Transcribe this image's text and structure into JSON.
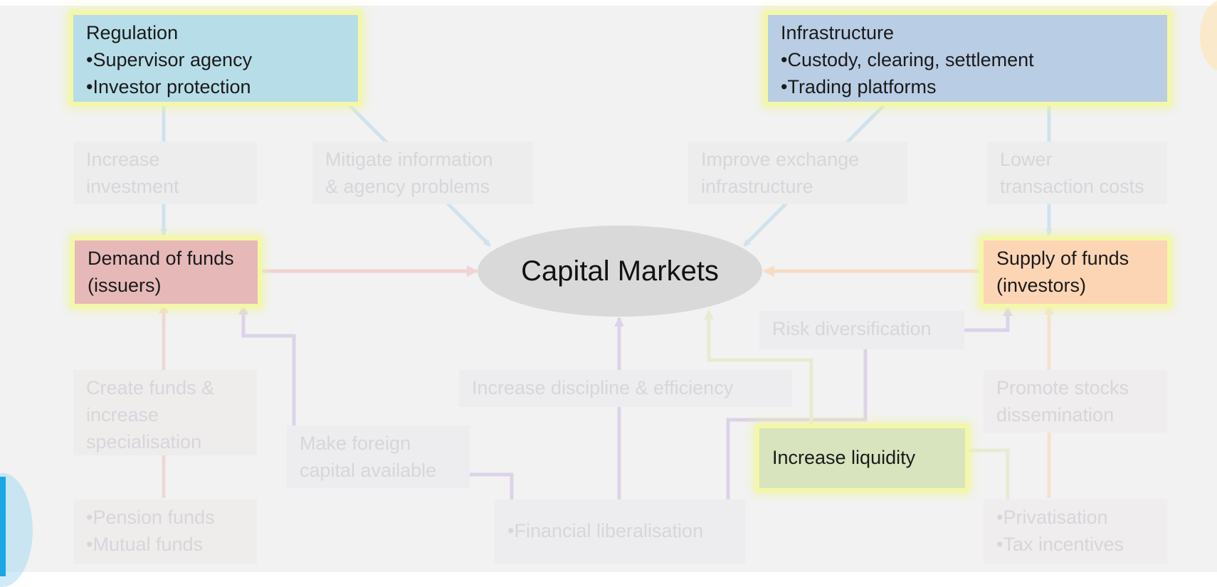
{
  "regulation": {
    "title": "Regulation",
    "items": [
      "•Supervisor agency",
      "•Investor protection"
    ]
  },
  "infrastructure": {
    "title": "Infrastructure",
    "items": [
      "•Custody, clearing, settlement",
      "•Trading platforms"
    ]
  },
  "increase_investment": [
    "Increase",
    "investment"
  ],
  "mitigate_information": [
    "Mitigate information",
    "& agency problems"
  ],
  "improve_exchange": [
    "Improve exchange",
    "infrastructure"
  ],
  "lower_transaction": [
    "Lower",
    "transaction costs"
  ],
  "demand": [
    "Demand of funds",
    "(issuers)"
  ],
  "capital_markets": "Capital Markets",
  "supply": [
    "Supply of funds",
    "(investors)"
  ],
  "risk_diversification": "Risk diversification",
  "create_funds": [
    "Create funds &",
    "increase",
    "specialisation"
  ],
  "increase_discipline": "Increase discipline & efficiency",
  "promote_stocks": [
    "Promote stocks",
    "dissemination"
  ],
  "make_foreign": [
    "Make foreign",
    "capital available"
  ],
  "increase_liquidity": "Increase liquidity",
  "pension_funds": [
    "•Pension funds",
    "•Mutual funds"
  ],
  "financial_liberalisation": "•Financial liberalisation",
  "privatisation": [
    "•Privatisation",
    "•Tax incentives"
  ],
  "colors": {
    "regulation_bg": "#b7dde8",
    "infrastructure_bg": "#b9cde5",
    "demand_bg": "#e6b9b8",
    "supply_bg": "#fcd5b5",
    "liquidity_bg": "#d7e4bd",
    "ellipse_bg": "#d9d9d9",
    "highlight_glow": "#f4f7a8"
  }
}
